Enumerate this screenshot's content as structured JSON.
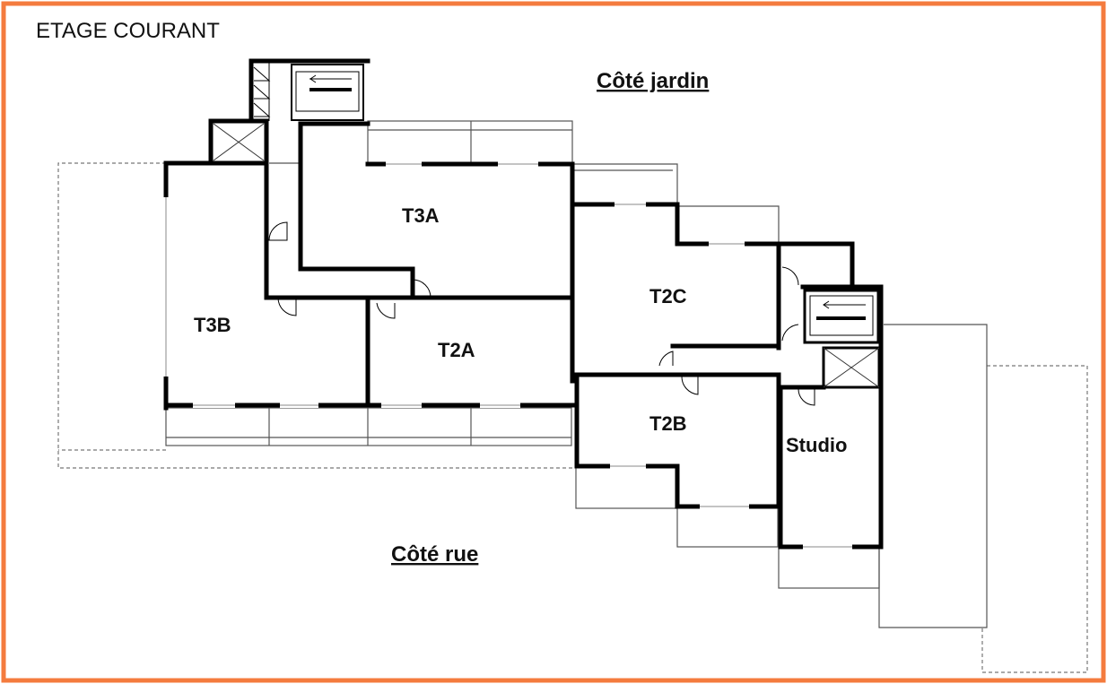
{
  "title": "ETAGE COURANT",
  "sides": {
    "garden": "Côté jardin",
    "street": "Côté rue"
  },
  "rooms": {
    "t3a": "T3A",
    "t3b": "T3B",
    "t2a": "T2A",
    "t2b": "T2B",
    "t2c": "T2C",
    "studio": "Studio"
  },
  "colors": {
    "frame": "#f47b3e",
    "wall": "#000000",
    "thin": "#555555",
    "dashed": "#777777"
  }
}
